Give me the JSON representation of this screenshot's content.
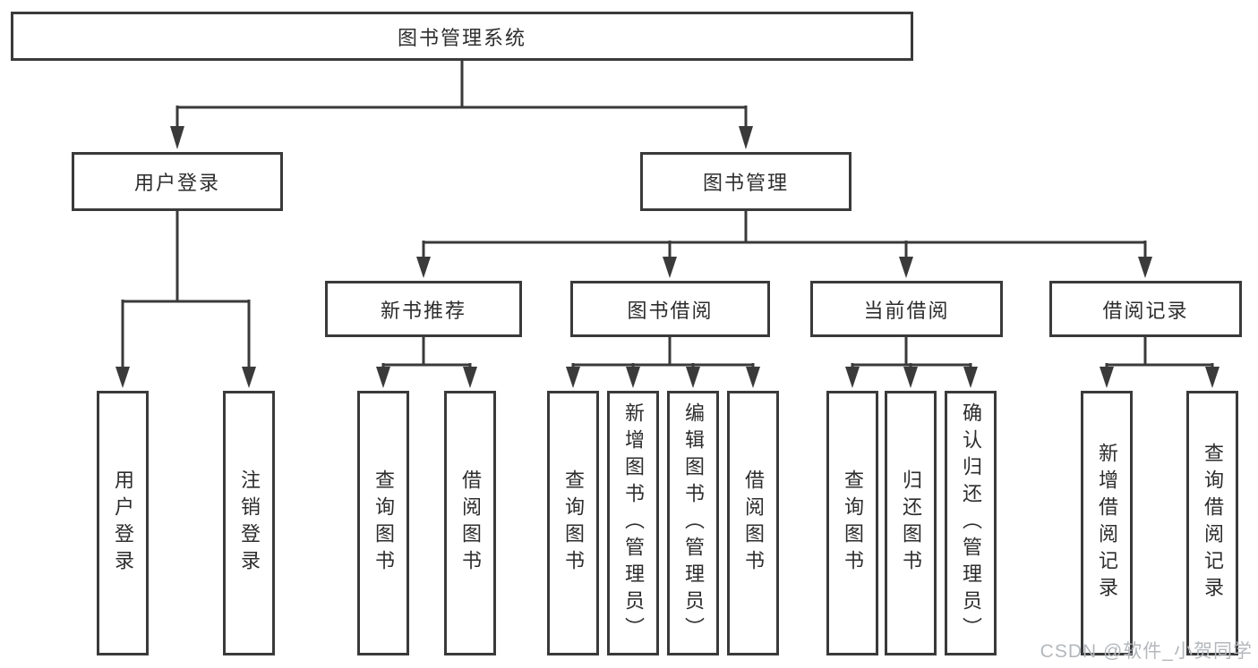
{
  "title": "图书管理系统",
  "level2": [
    {
      "label": "用户登录"
    },
    {
      "label": "图书管理"
    }
  ],
  "level3": [
    {
      "label": "新书推荐"
    },
    {
      "label": "图书借阅"
    },
    {
      "label": "当前借阅"
    },
    {
      "label": "借阅记录"
    }
  ],
  "leaves": [
    {
      "label": "用户登录"
    },
    {
      "label": "注销登录"
    },
    {
      "label": "查询图书"
    },
    {
      "label": "借阅图书"
    },
    {
      "label": "查询图书"
    },
    {
      "label": "新增图书（管理员）"
    },
    {
      "label": "编辑图书（管理员）"
    },
    {
      "label": "借阅图书"
    },
    {
      "label": "查询图书"
    },
    {
      "label": "归还图书"
    },
    {
      "label": "确认归还（管理员）"
    },
    {
      "label": "新增借阅记录"
    },
    {
      "label": "查询借阅记录"
    }
  ],
  "watermark": "CSDN @软件_小贺同学",
  "colors": {
    "line": "#3a3a3a",
    "text": "#2d2d2d",
    "bg": "#ffffff",
    "watermark": "#b4b8bc"
  }
}
